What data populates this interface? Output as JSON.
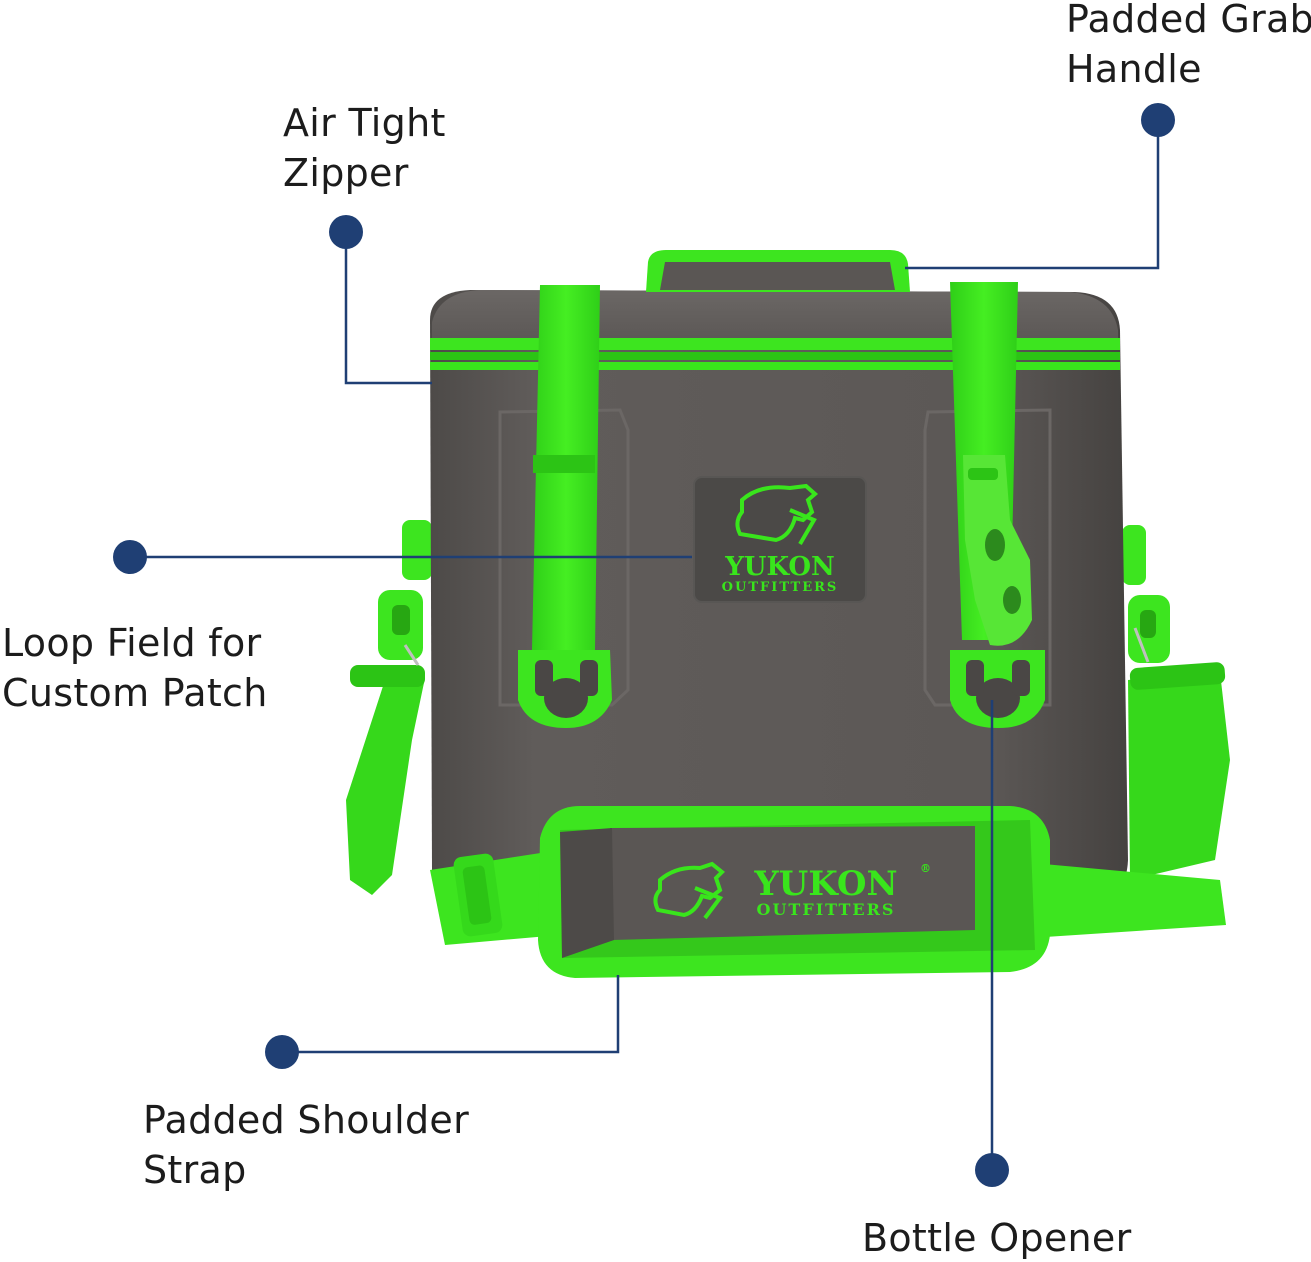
{
  "callouts": {
    "grab_handle": {
      "line1": "Padded Grab",
      "line2": "Handle"
    },
    "zipper": {
      "line1": "Air Tight",
      "line2": "Zipper"
    },
    "loop_field": {
      "line1": "Loop Field for",
      "line2": "Custom Patch"
    },
    "shoulder_strap": {
      "line1": "Padded Shoulder",
      "line2": "Strap"
    },
    "bottle_opener": {
      "line1": "Bottle Opener"
    }
  },
  "brand": {
    "name": "YUKON",
    "sub": "OUTFITTERS",
    "registered": "®"
  },
  "colors": {
    "accent_green": "#39e51c",
    "dark_green": "#22b012",
    "body_gray": "#5e5a58",
    "body_dark": "#4a4745",
    "callout_blue": "#1f3f74",
    "text": "#1c1c1c"
  },
  "icons": [
    "bear-logo-icon",
    "callout-dot-icon"
  ]
}
